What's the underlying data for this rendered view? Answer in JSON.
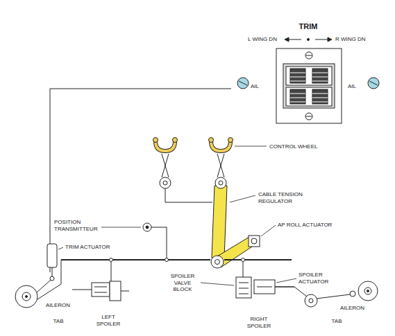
{
  "diagram": {
    "nodes": [
      {
        "text": [
          "TRIM",
          "L WING DN",
          "R WING DN",
          "AIL",
          "AIL"
        ]
      },
      {
        "text": [
          "AILERON"
        ]
      },
      {
        "text": [
          "TAB"
        ],
        "in": 1
      },
      {
        "text": [
          "LEFT SPOILER"
        ]
      },
      {
        "text": [
          "RIGHT SPOILER"
        ]
      },
      {
        "text": [
          "AILERON"
        ]
      },
      {
        "text": [
          "TAB"
        ],
        "in": 5
      }
    ],
    "edges": [
      {
        "from": 0,
        "to": 1,
        "arrow": "none"
      }
    ],
    "labels": [
      "CONTROL WHEEL",
      "CABLE TENSION REGULATOR",
      "POSITION TRANSMITTEUR",
      "AP ROLL ACTUATOR",
      "TRIM ACTUATOR",
      "SPOILER VALVE BLOCK",
      "SPOILER ACTUATOR"
    ]
  }
}
